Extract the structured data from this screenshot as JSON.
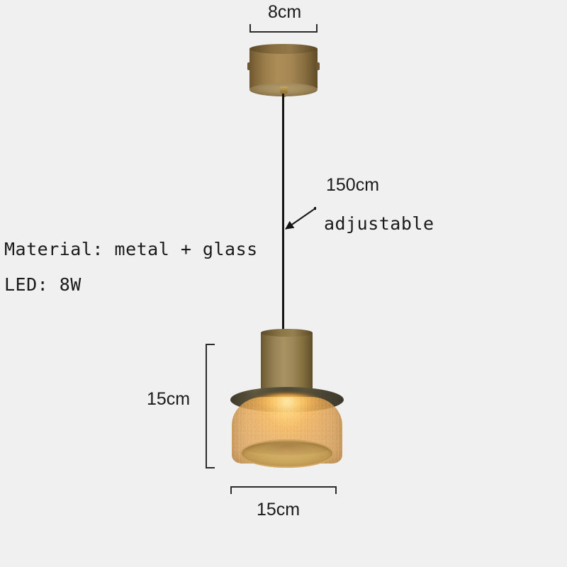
{
  "diagram": {
    "title": "Pendant lamp dimension diagram",
    "background_color": "#f0f0f0",
    "line_color": "#2b2b2b",
    "text_color": "#1a1a1a"
  },
  "dimensions": {
    "canopy_width": "8cm",
    "cord_length": "150cm",
    "cord_note": "adjustable",
    "shade_height": "15cm",
    "shade_width": "15cm"
  },
  "specs": {
    "material": "Material: metal + glass",
    "led": "LED: 8W"
  },
  "parts": {
    "canopy": "ceiling-canopy",
    "cord": "suspension-cord",
    "cylinder": "brass-cylinder-body",
    "brim": "flat-brim-disc",
    "glass": "amber-glass-dome"
  },
  "colors": {
    "brass": "#a8915f",
    "brass_dark": "#5c4a28",
    "brim_dark": "#55503c",
    "glass_amber": "#e8b56c",
    "glow": "#ffe29a",
    "cord_black": "#141414"
  }
}
